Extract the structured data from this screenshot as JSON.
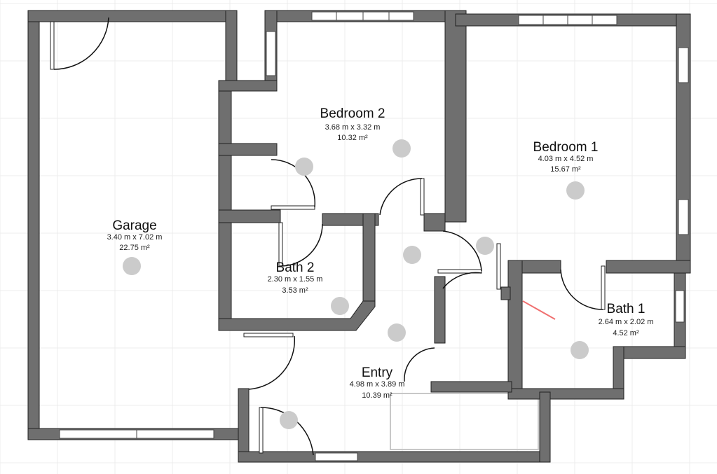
{
  "plan": {
    "rooms": [
      {
        "id": "garage",
        "name": "Garage",
        "dimensions": "3.40 m x 7.02 m",
        "area": "22.75 m²"
      },
      {
        "id": "bedroom2",
        "name": "Bedroom 2",
        "dimensions": "3.68 m x 3.32 m",
        "area": "10.32 m²"
      },
      {
        "id": "bedroom1",
        "name": "Bedroom 1",
        "dimensions": "4.03 m x 4.52 m",
        "area": "15.67 m²"
      },
      {
        "id": "bath2",
        "name": "Bath 2",
        "dimensions": "2.30 m x 1.55 m",
        "area": "3.53 m²"
      },
      {
        "id": "bath1",
        "name": "Bath 1",
        "dimensions": "2.64 m x 2.02 m",
        "area": "4.52 m²"
      },
      {
        "id": "entry",
        "name": "Entry",
        "dimensions": "4.98 m x 3.89 m",
        "area": "10.39 m²"
      }
    ],
    "colors": {
      "wall": "#6f6f6f",
      "marker": "#cbcbcb",
      "measure_line": "#f07070"
    }
  }
}
